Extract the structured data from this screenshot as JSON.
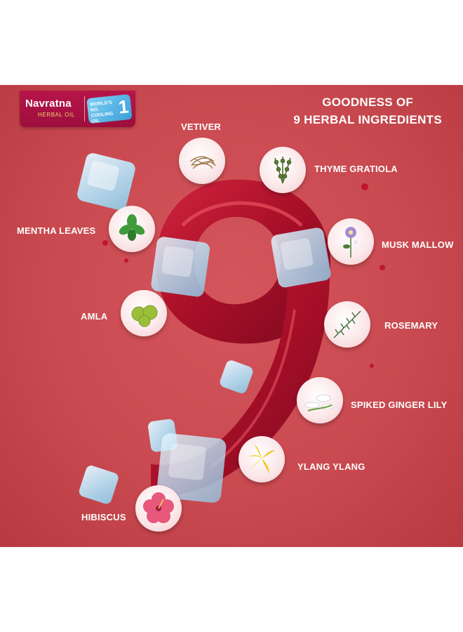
{
  "brand": {
    "name": "Navratna",
    "subtitle": "HERBAL OIL",
    "badge_text": "WORLD'S NO. COOLING OIL",
    "badge_number": "1"
  },
  "headline": {
    "line1": "GOODNESS OF",
    "line2": "9 HERBAL INGREDIENTS"
  },
  "ingredients": [
    {
      "name": "VETIVER",
      "icon": "vetiver-root-icon"
    },
    {
      "name": "THYME GRATIOLA",
      "icon": "thyme-sprig-icon"
    },
    {
      "name": "MENTHA LEAVES",
      "icon": "mint-leaves-icon"
    },
    {
      "name": "MUSK MALLOW",
      "icon": "musk-mallow-flower-icon"
    },
    {
      "name": "AMLA",
      "icon": "amla-fruit-icon"
    },
    {
      "name": "ROSEMARY",
      "icon": "rosemary-sprig-icon"
    },
    {
      "name": "SPIKED GINGER LILY",
      "icon": "ginger-lily-flower-icon"
    },
    {
      "name": "YLANG YLANG",
      "icon": "ylang-ylang-flower-icon"
    },
    {
      "name": "HIBISCUS",
      "icon": "hibiscus-flower-icon"
    }
  ],
  "colors": {
    "background": "#c94a50",
    "numeral": "#b0142b",
    "brand_panel": "#a8104a",
    "badge": "#3a9fd8",
    "text": "#ffffff"
  }
}
